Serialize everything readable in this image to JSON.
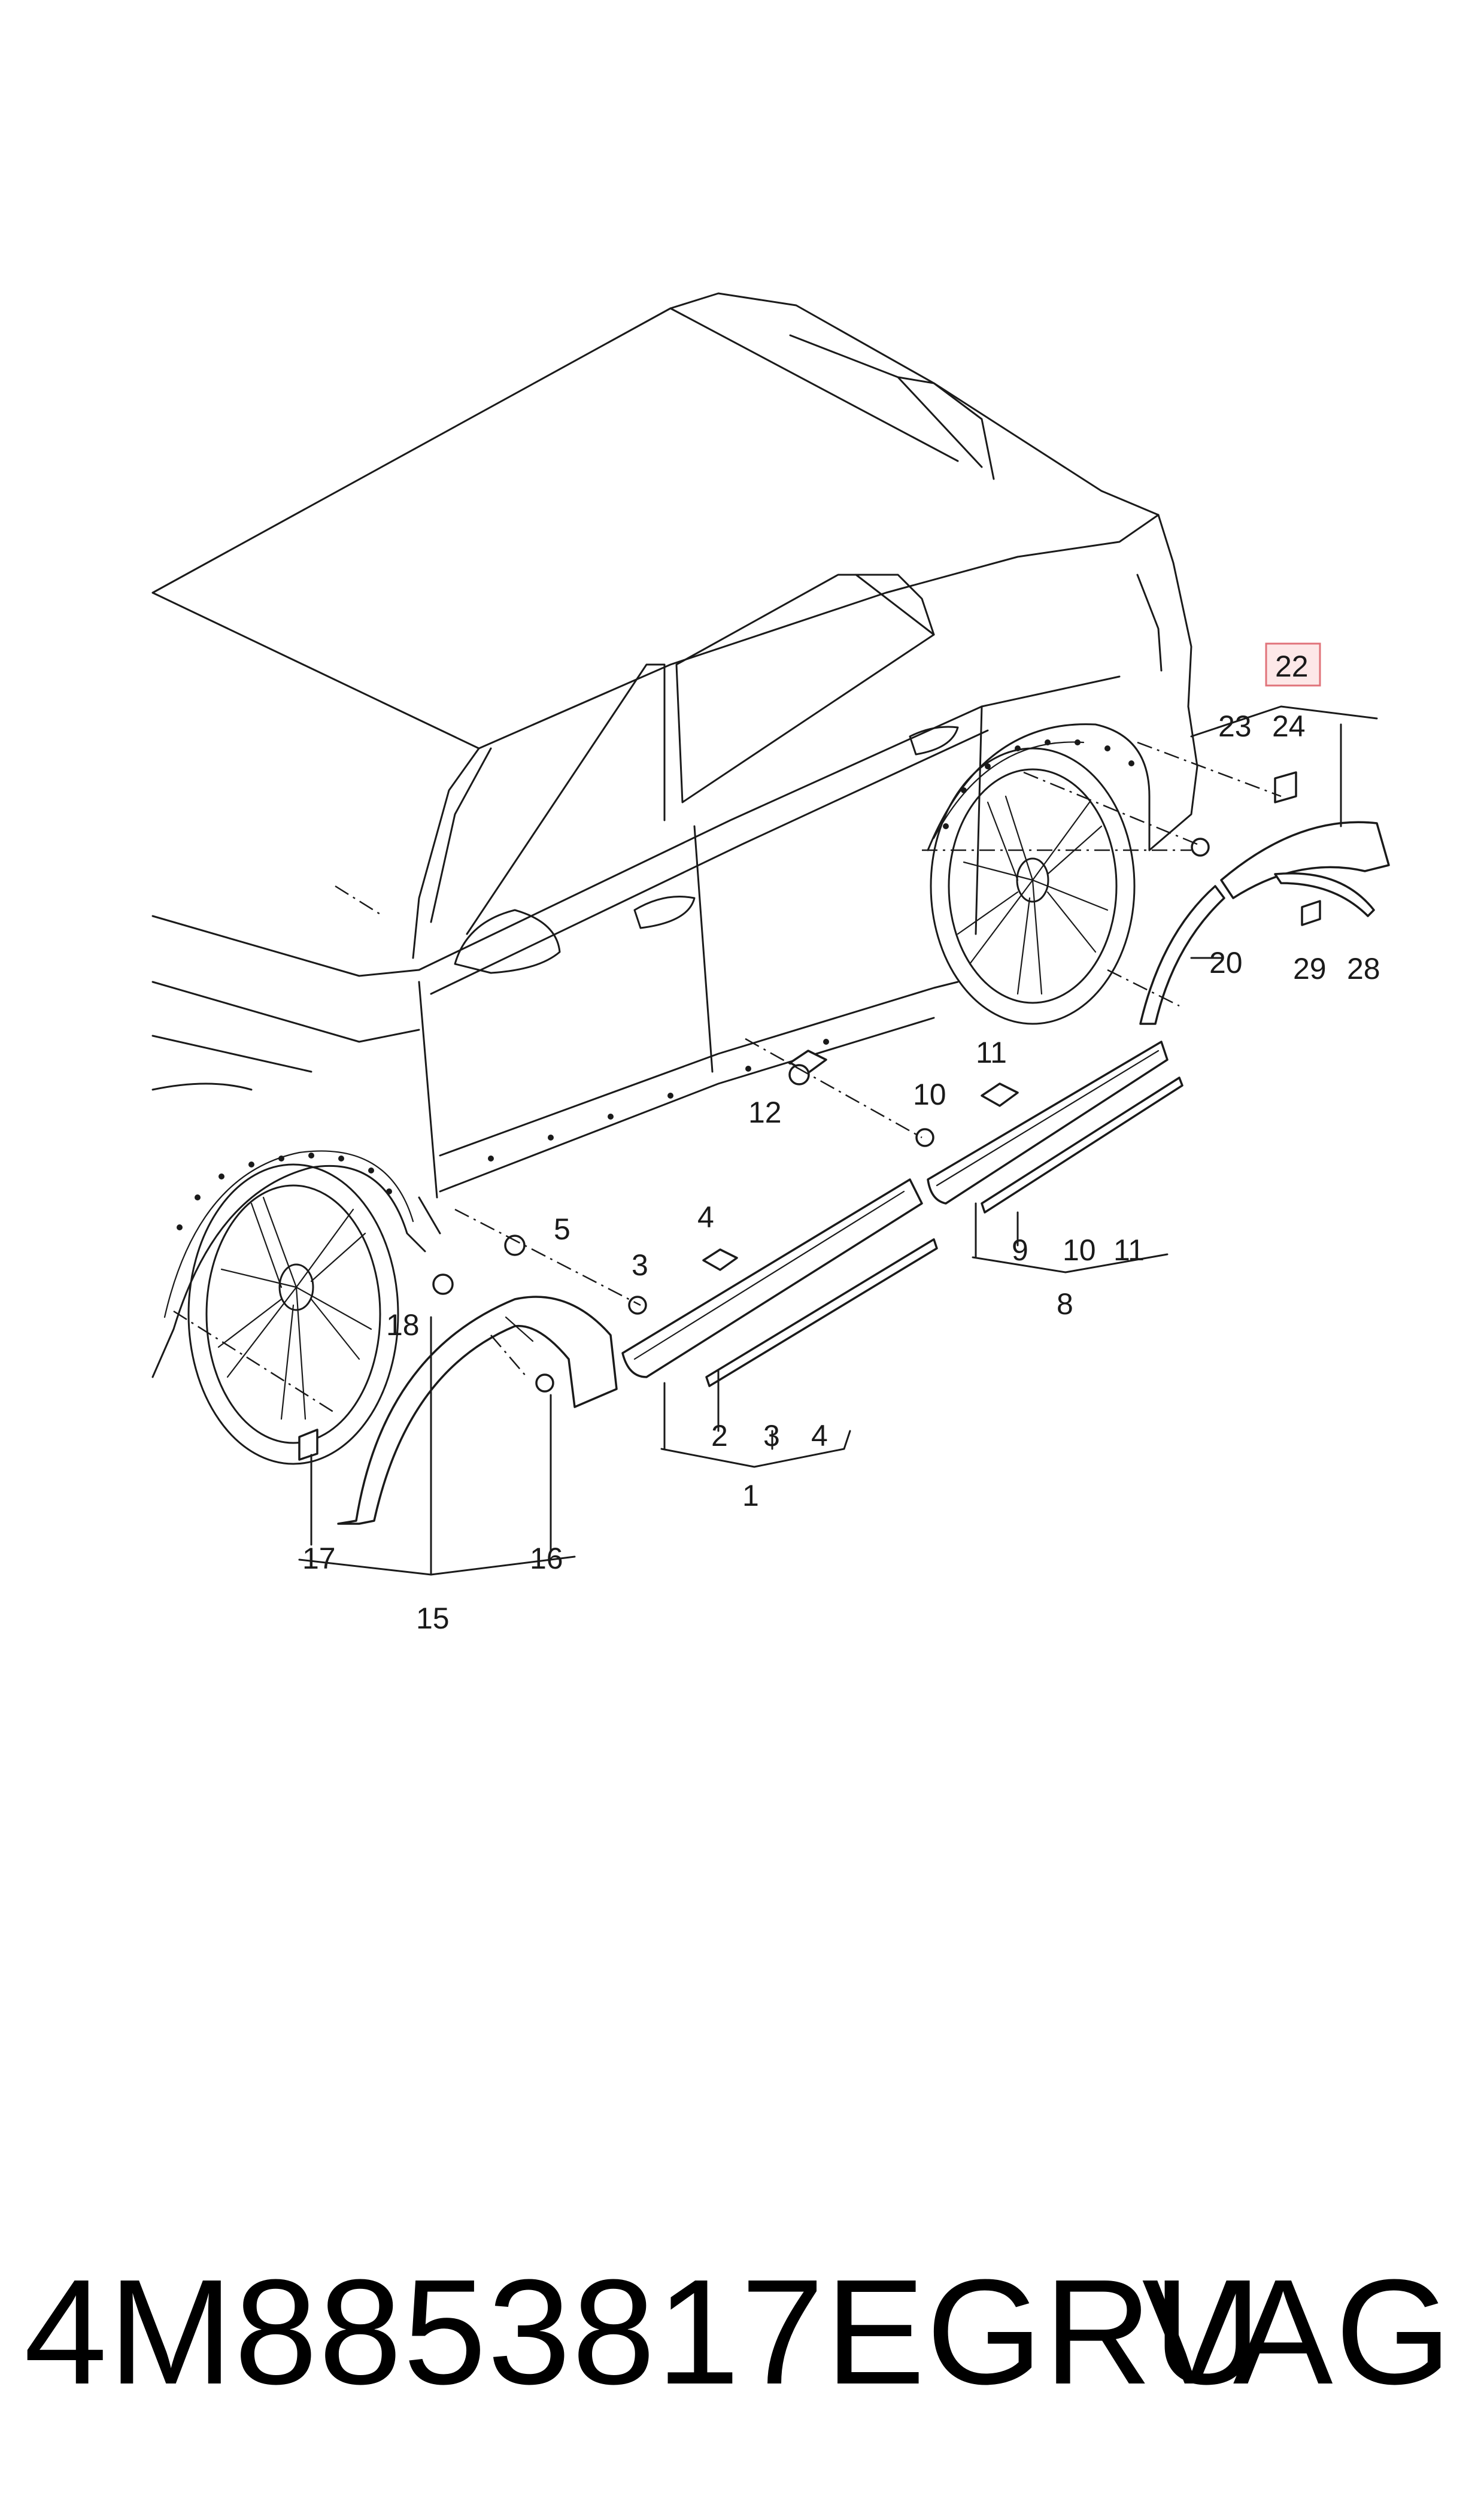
{
  "diagram": {
    "highlight_color": "#e0737a",
    "highlight_fill": "#fde8e8",
    "callouts": {
      "n1": "1",
      "n2": "2",
      "n3a": "3",
      "n3b": "3",
      "n4a": "4",
      "n4b": "4",
      "n5": "5",
      "n8": "8",
      "n9": "9",
      "n10a": "10",
      "n10b": "10",
      "n11a": "11",
      "n11b": "11",
      "n12": "12",
      "n15": "15",
      "n16": "16",
      "n17": "17",
      "n18": "18",
      "n20": "20",
      "n22": "22",
      "n23": "23",
      "n24": "24",
      "n28": "28",
      "n29": "29"
    }
  },
  "footer": {
    "part_number": "4M8853817EGRU",
    "brand": "VAG"
  }
}
